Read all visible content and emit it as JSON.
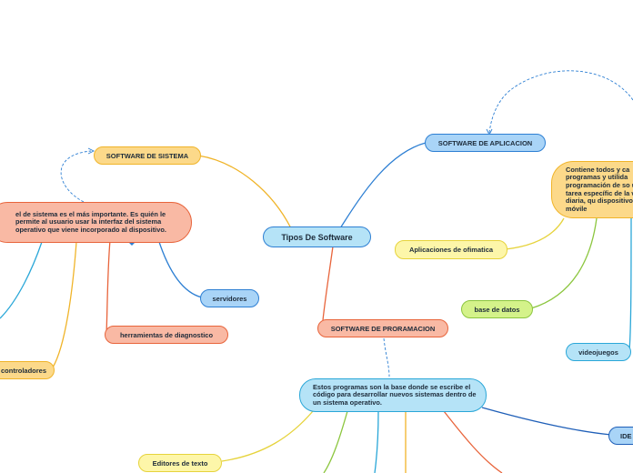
{
  "map": {
    "central": "Tipos De Software",
    "sistema": {
      "title": "SOFTWARE DE SISTEMA",
      "description": "el de sistema es el más importante. Es quién le permite al usuario usar la interfaz del sistema operativo que viene incorporado al dispositivo.",
      "children": [
        "servidores",
        "herramientas de diagnostico",
        "controladores"
      ]
    },
    "aplicacion": {
      "title": "SOFTWARE DE APLICACION",
      "description": "Contiene todos y ca programas y utilida programación de so una tarea específic de la vida diaria, qu dispositivos móvile",
      "children": [
        "Aplicaciones de ofimatica",
        "base de datos",
        "videojuegos"
      ]
    },
    "programacion": {
      "title": "SOFTWARE DE PRORAMACION",
      "description": "Estos programas son la base donde se escribe el código para desarrollar nuevos sistemas dentro de un sistema operativo.",
      "children": [
        "Editores de texto",
        "IDE"
      ]
    }
  },
  "colors": {
    "yellow_fill": "#fcd98a",
    "yellow_border": "#f0b429",
    "blue_fill": "#a9d4f7",
    "blue_border": "#2d7fd3",
    "salmon_fill": "#f9b9a4",
    "salmon_border": "#e8643b",
    "green_fill": "#d4f28a",
    "green_border": "#8cc63f",
    "cyan_fill": "#b5e3f7",
    "cyan_border": "#2aa7d8",
    "paleyellow_fill": "#fdf6a9",
    "paleyellow_border": "#e6d33c"
  }
}
